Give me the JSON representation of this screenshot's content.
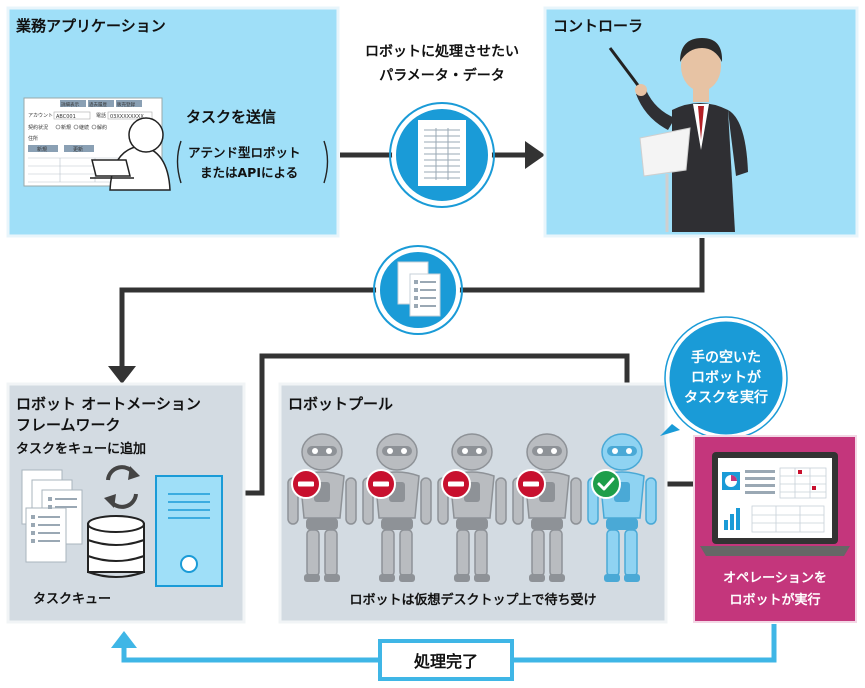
{
  "business_app": {
    "title": "業務アプリケーション",
    "send_task": "タスクを送信",
    "via_line1": "アテンド型ロボット",
    "via_line2": "またはAPIによる",
    "form": {
      "account_label": "アカウント",
      "account_value": "ABC001",
      "phone_label": "電話",
      "phone_value": "03XXXXXXXX",
      "contract_label": "契約状況",
      "options": [
        "新規",
        "継続",
        "解約"
      ],
      "case_label": "住所",
      "tab1": "詳細表示",
      "tab2": "過去履歴",
      "tab3": "販売登録",
      "btn1": "新規",
      "btn2": "更新"
    }
  },
  "data_label": {
    "line1": "ロボットに処理させたい",
    "line2": "パラメータ・データ"
  },
  "controller": {
    "title": "コントローラ"
  },
  "framework": {
    "title_line1": "ロボット オートメーション",
    "title_line2": "フレームワーク",
    "subtitle": "タスクをキューに追加",
    "queue_label": "タスクキュー"
  },
  "robot_pool": {
    "title": "ロボットプール",
    "caption": "ロボットは仮想デスクトップ上で待ち受け",
    "robots": [
      {
        "status": "busy"
      },
      {
        "status": "busy"
      },
      {
        "status": "busy"
      },
      {
        "status": "busy"
      },
      {
        "status": "ready"
      }
    ]
  },
  "callout": {
    "line1": "手の空いた",
    "line2": "ロボットが",
    "line3": "タスクを実行"
  },
  "operation": {
    "line1": "オペレーションを",
    "line2": "ロボットが実行"
  },
  "complete": {
    "label": "処理完了"
  },
  "colors": {
    "panel_blue": "#9fdff8",
    "panel_gray": "#d3dbe2",
    "accent_blue": "#1a9bd7",
    "magenta": "#c4367c",
    "busy_red": "#c8102e",
    "ready_green": "#1e9e4a",
    "connector": "#333333",
    "complete_line": "#3fb6e6"
  }
}
